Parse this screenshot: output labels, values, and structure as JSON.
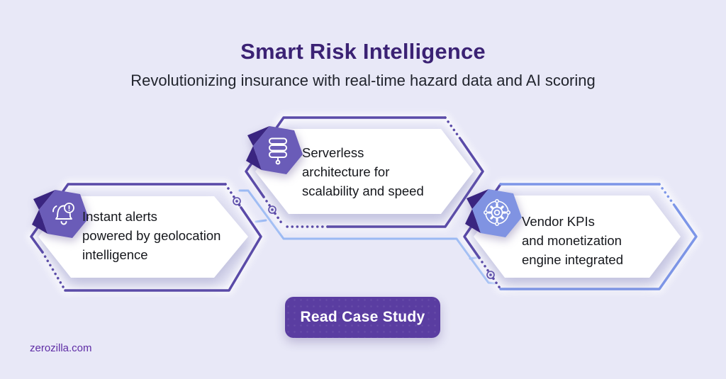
{
  "colors": {
    "bg": "#e8e8f7",
    "title_purple": "#3b2274",
    "subtitle_dark": "#21242d",
    "text_dark": "#15171c",
    "outline_purple": "#5a4aa8",
    "outline_blue": "#7d96e8",
    "echo_blue": "#9ab9f3",
    "badge_purple": "#6a5cb8",
    "badge_blue": "#8093e2",
    "fold_dark": "#3a2580",
    "button_purple": "#5a3da1",
    "brand_purple": "#5e2ca5",
    "card_white": "#ffffff"
  },
  "header": {
    "title": "Smart Risk Intelligence",
    "subtitle": "Revolutionizing insurance with real-time hazard data and AI scoring"
  },
  "cards": [
    {
      "icon": "bell-alert-icon",
      "lines": [
        "Instant alerts",
        "powered by geolocation",
        "intelligence"
      ]
    },
    {
      "icon": "server-stack-icon",
      "lines": [
        "Serverless",
        "architecture for",
        "scalability and speed"
      ]
    },
    {
      "icon": "gear-network-icon",
      "lines": [
        "Vendor KPIs",
        "and monetization",
        "engine integrated"
      ]
    }
  ],
  "cta": {
    "label": "Read Case Study"
  },
  "footer": {
    "website": "zerozilla.com"
  }
}
